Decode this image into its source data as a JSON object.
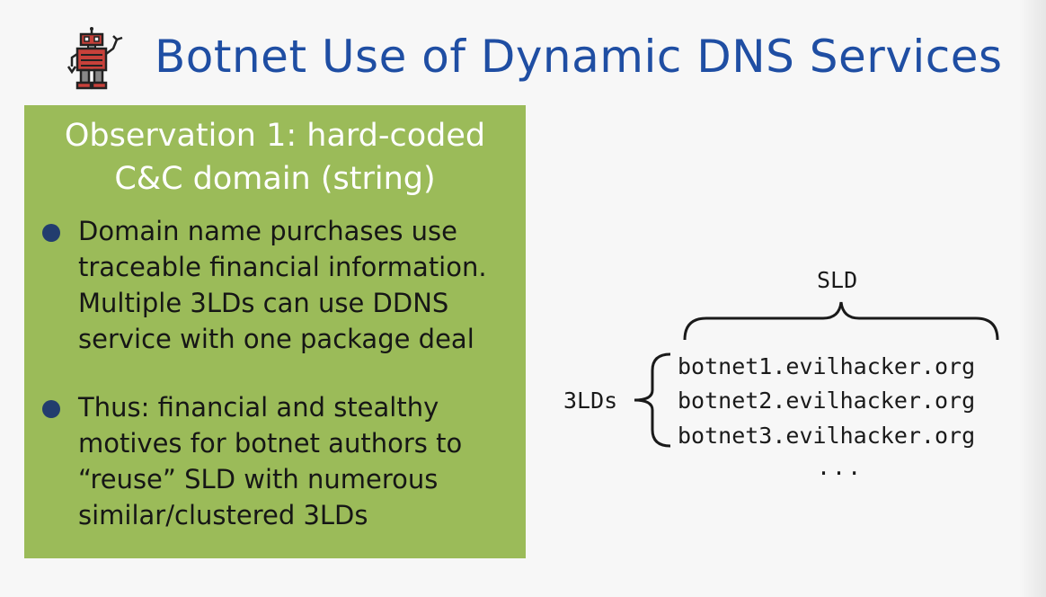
{
  "slide": {
    "title": "Botnet Use of Dynamic DNS Services",
    "icon": "robot-icon",
    "colors": {
      "title": "#1f4ea3",
      "panel_background": "#9bbb59",
      "bullet_dot": "#223d6e"
    }
  },
  "panel": {
    "heading_line1": "Observation 1: hard-coded",
    "heading_line2": "C&C domain (string)",
    "bullets": [
      {
        "text": "Domain name purchases use traceable financial information. Multiple 3LDs can use DDNS service with one package deal"
      },
      {
        "text": "Thus: financial and stealthy motives for botnet authors to “reuse” SLD with numerous similar/clustered 3LDs"
      }
    ]
  },
  "diagram": {
    "sld_label": "SLD",
    "tld_label": "3LDs",
    "domains": [
      "botnet1.evilhacker.org",
      "botnet2.evilhacker.org",
      "botnet3.evilhacker.org"
    ],
    "ellipsis": "..."
  }
}
